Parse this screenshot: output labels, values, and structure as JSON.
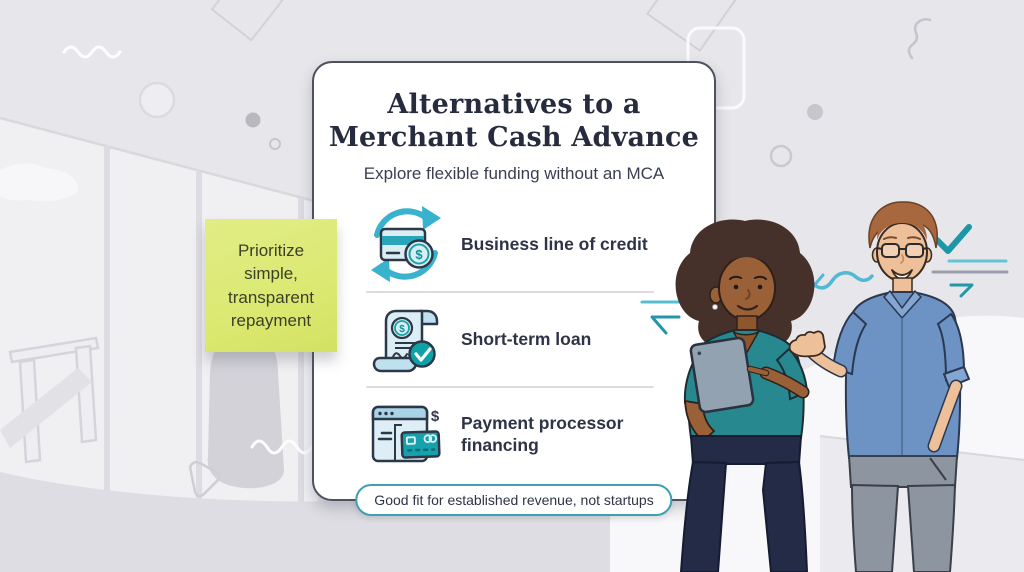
{
  "page": {
    "type": "infographic-illustration"
  },
  "card": {
    "title_lines": [
      "Alternatives to a",
      "Merchant Cash Advance"
    ],
    "subtitle": "Explore flexible funding without an MCA",
    "items": [
      {
        "label": "Business line of credit",
        "icon": "credit-cycle-icon"
      },
      {
        "label": "Short-term loan",
        "icon": "loan-document-icon"
      },
      {
        "label": "Payment processor financing",
        "icon": "processor-window-icon"
      }
    ],
    "footer_pill": "Good fit for established revenue, not startups"
  },
  "sticky_note": {
    "text": "Prioritize simple, transparent repayment"
  },
  "glyphs": {
    "dollar": "$"
  },
  "colors": {
    "background": "#E7E6EA",
    "teal_accent": "#38B2CD",
    "teal_dark": "#12A0A9",
    "sticky_note": "#DDE97B",
    "card_border": "#4D525F",
    "pill_border": "#3FA0B0",
    "title_text": "#262B3D"
  },
  "illustration": {
    "people": [
      "woman-with-tablet",
      "man-gesturing"
    ],
    "marks": [
      "teal-checkmark",
      "teal-wave-line",
      "teal-speed-lines"
    ]
  }
}
